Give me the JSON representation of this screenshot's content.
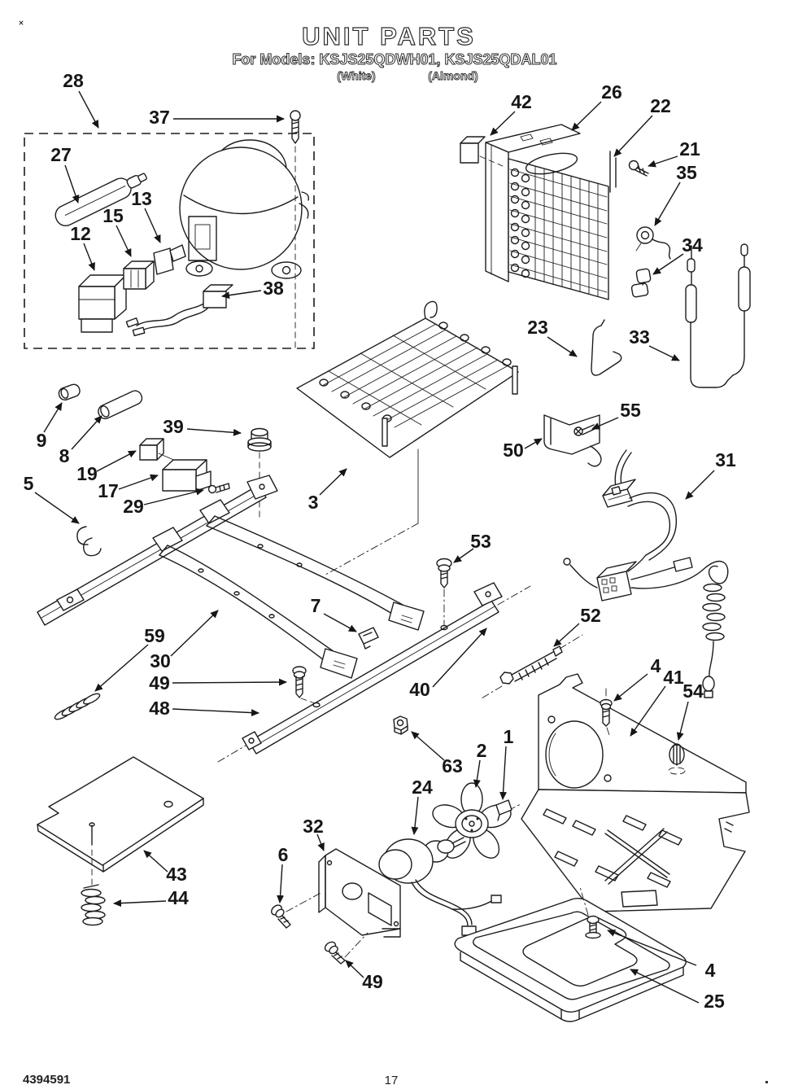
{
  "page": {
    "title": "UNIT PARTS",
    "models_line": "For Models: KSJS25QDWH01, KSJS25QDAL01",
    "color_left": "(White)",
    "color_right": "(Almond)",
    "doc_number": "4394591",
    "page_number": "17"
  },
  "callouts": {
    "c28": "28",
    "c37": "37",
    "c27": "27",
    "c12": "12",
    "c15": "15",
    "c13": "13",
    "c38": "38",
    "c42": "42",
    "c26": "26",
    "c22": "22",
    "c21": "21",
    "c35": "35",
    "c34": "34",
    "c23": "23",
    "c33": "33",
    "c9": "9",
    "c8": "8",
    "c19": "19",
    "c17": "17",
    "c29": "29",
    "c39": "39",
    "c5": "5",
    "c3": "3",
    "c50": "50",
    "c55": "55",
    "c31": "31",
    "c53": "53",
    "c7": "7",
    "c59": "59",
    "c30": "30",
    "c49a": "49",
    "c48": "48",
    "c40": "40",
    "c52": "52",
    "c63": "63",
    "c2": "2",
    "c1": "1",
    "c4a": "4",
    "c41": "41",
    "c54": "54",
    "c24": "24",
    "c32": "32",
    "c6": "6",
    "c43": "43",
    "c44": "44",
    "c49b": "49",
    "c4b": "4",
    "c25": "25"
  }
}
